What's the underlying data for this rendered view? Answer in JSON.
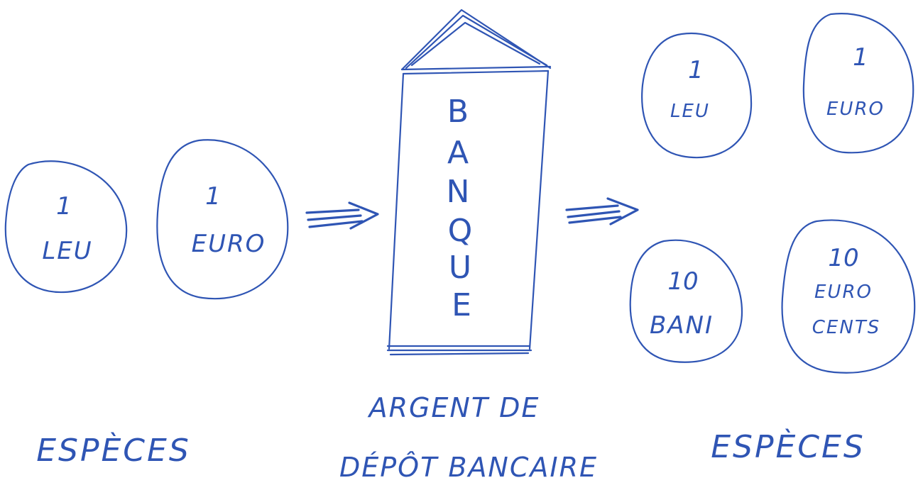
{
  "left": {
    "coins": [
      {
        "value": "1",
        "label": "LEU"
      },
      {
        "value": "1",
        "label": "EURO"
      }
    ],
    "caption": "ESPÈCES"
  },
  "center": {
    "bank_letters": [
      "B",
      "A",
      "N",
      "Q",
      "U",
      "E"
    ],
    "caption_line1": "ARGENT DE",
    "caption_line2": "DÉPÔT BANCAIRE"
  },
  "right": {
    "coins": [
      {
        "value": "1",
        "label": "LEU"
      },
      {
        "value": "1",
        "label": "EURO"
      },
      {
        "value": "10",
        "label": "BANI"
      },
      {
        "value": "10",
        "label": "EURO",
        "label2": "CENTS"
      }
    ],
    "caption": "ESPÈCES"
  },
  "colors": {
    "ink": "#2f55b4",
    "paper": "#ffffff"
  }
}
